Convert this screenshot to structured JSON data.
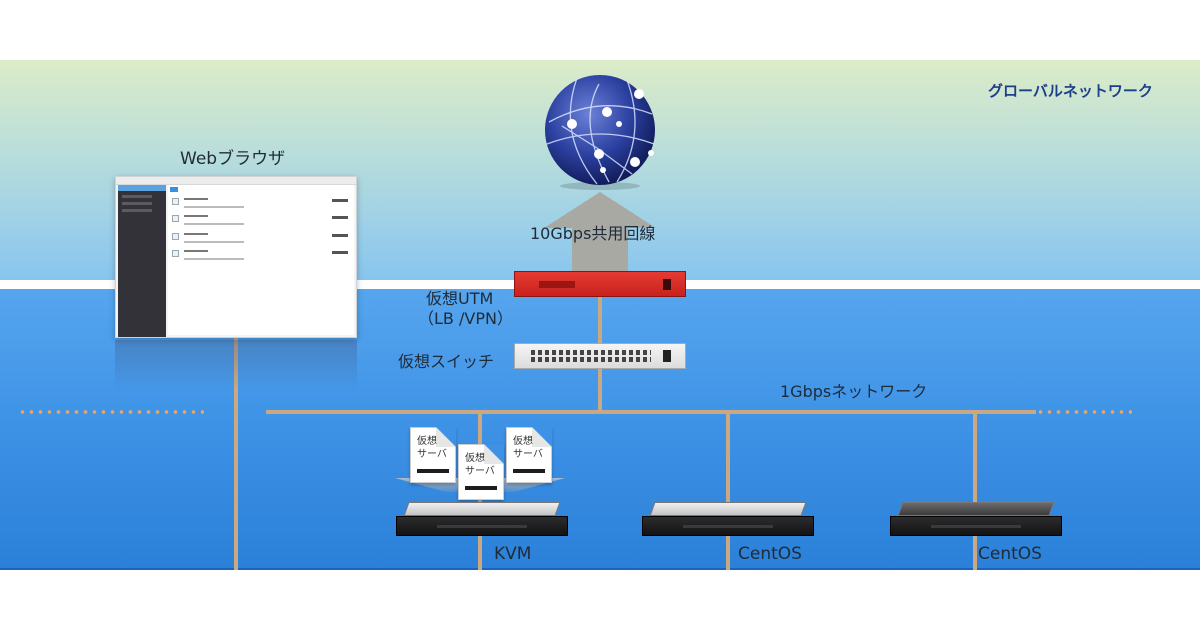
{
  "diagram": {
    "title": "ネットワーク構成図",
    "zones": {
      "global": "グローバルネットワーク"
    },
    "labels": {
      "web_browser": "Webブラウザ",
      "uplink": "10Gbps共用回線",
      "utm_line1": "仮想UTM",
      "utm_line2": "（LB /VPN）",
      "switch": "仮想スイッチ",
      "lan": "1Gbpsネットワーク"
    },
    "servers": [
      {
        "label": "KVM",
        "vms": [
          {
            "text": "仮想\nサーバ"
          },
          {
            "text": "仮想\nサーバ"
          },
          {
            "text": "仮想\nサーバ"
          }
        ]
      },
      {
        "label": "CentOS"
      },
      {
        "label": "CentOS"
      }
    ],
    "vm_label_line1": "仮想",
    "vm_label_line2": "サーバ",
    "colors": {
      "sky_top": "#dcecc8",
      "sky_bottom": "#86c4ee",
      "lan_blue": "#3d92e6",
      "cable": "#c9a882",
      "dots": "#f0a65a",
      "utm_red": "#d92a24",
      "global_label": "#1d3e8a"
    }
  }
}
